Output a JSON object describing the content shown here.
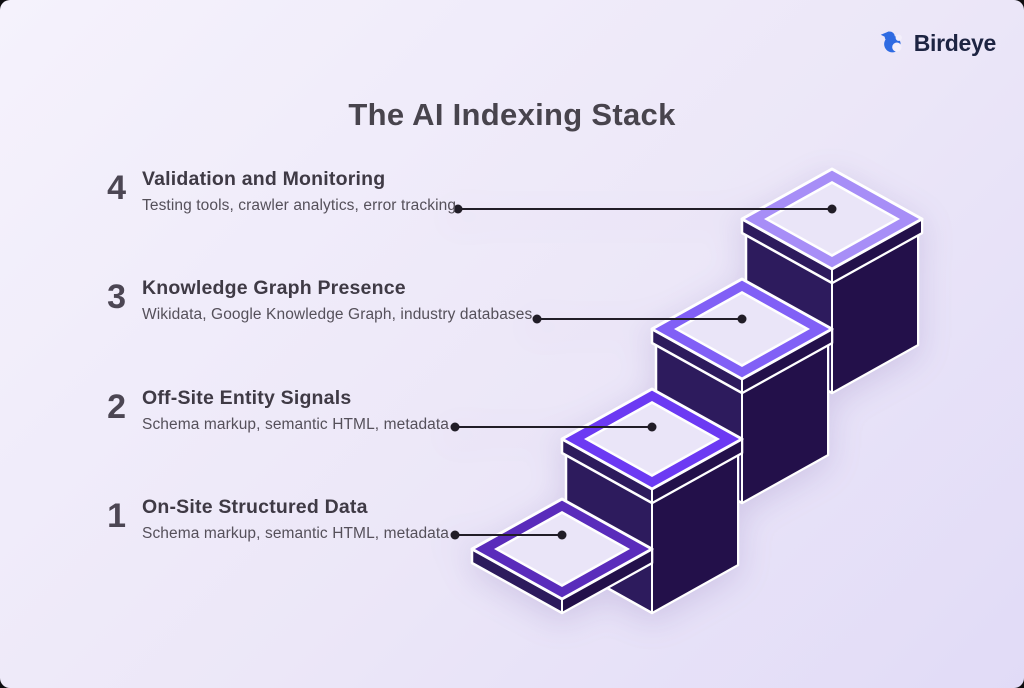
{
  "header": {
    "title": "The AI Indexing Stack"
  },
  "brand": {
    "name": "Birdeye",
    "logo_icon": "birdeye-bird-icon"
  },
  "steps": [
    {
      "number": "4",
      "title": "Validation and Monitoring",
      "description": "Testing tools, crawler analytics, error tracking"
    },
    {
      "number": "3",
      "title": "Knowledge Graph Presence",
      "description": "Wikidata, Google Knowledge Graph, industry databases"
    },
    {
      "number": "2",
      "title": "Off-Site Entity Signals",
      "description": "Schema markup, semantic HTML, metadata"
    },
    {
      "number": "1",
      "title": "On-Site Structured Data",
      "description": "Schema markup, semantic HTML, metadata"
    }
  ],
  "colors": {
    "background_top": "#f5f2fc",
    "background_bottom": "#e1dbf7",
    "title": "#48444d",
    "number": "#4c4653",
    "item_title": "#3f3a45",
    "item_subtitle": "#55505a",
    "connector": "#211d27",
    "step1": "#5a2cbb",
    "step2": "#6c3af3",
    "step3": "#8160f6",
    "step4": "#a78ef7",
    "face_dark": "#2d1b5d",
    "face_darker": "#23104a",
    "tread_fill": "#eae5f8",
    "edge": "#ffffff",
    "brand_blue": "#2f6be2",
    "brand_navy": "#1d2442"
  }
}
